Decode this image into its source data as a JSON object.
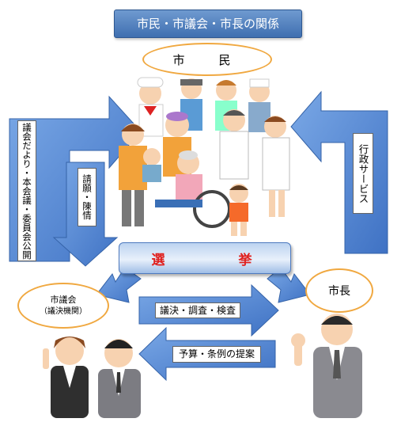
{
  "title": "市民・市議会・市長の関係",
  "citizens": "市　民",
  "council": {
    "name": "市議会",
    "sub": "（議決機関）"
  },
  "mayor": "市長",
  "election": "選　挙",
  "arrows": {
    "gikai_dayori": "議会だより・本会議・委員会公開",
    "seigan": "請願・陳情",
    "gyosei": "行政サービス",
    "giketsu": "議決・調査・検査",
    "yosan": "予算・条例の提案"
  },
  "colors": {
    "arrow": "#5b8ed6",
    "arrow_border": "#3563a8",
    "oval_border": "#f0a840",
    "election_text": "#e0201e"
  }
}
